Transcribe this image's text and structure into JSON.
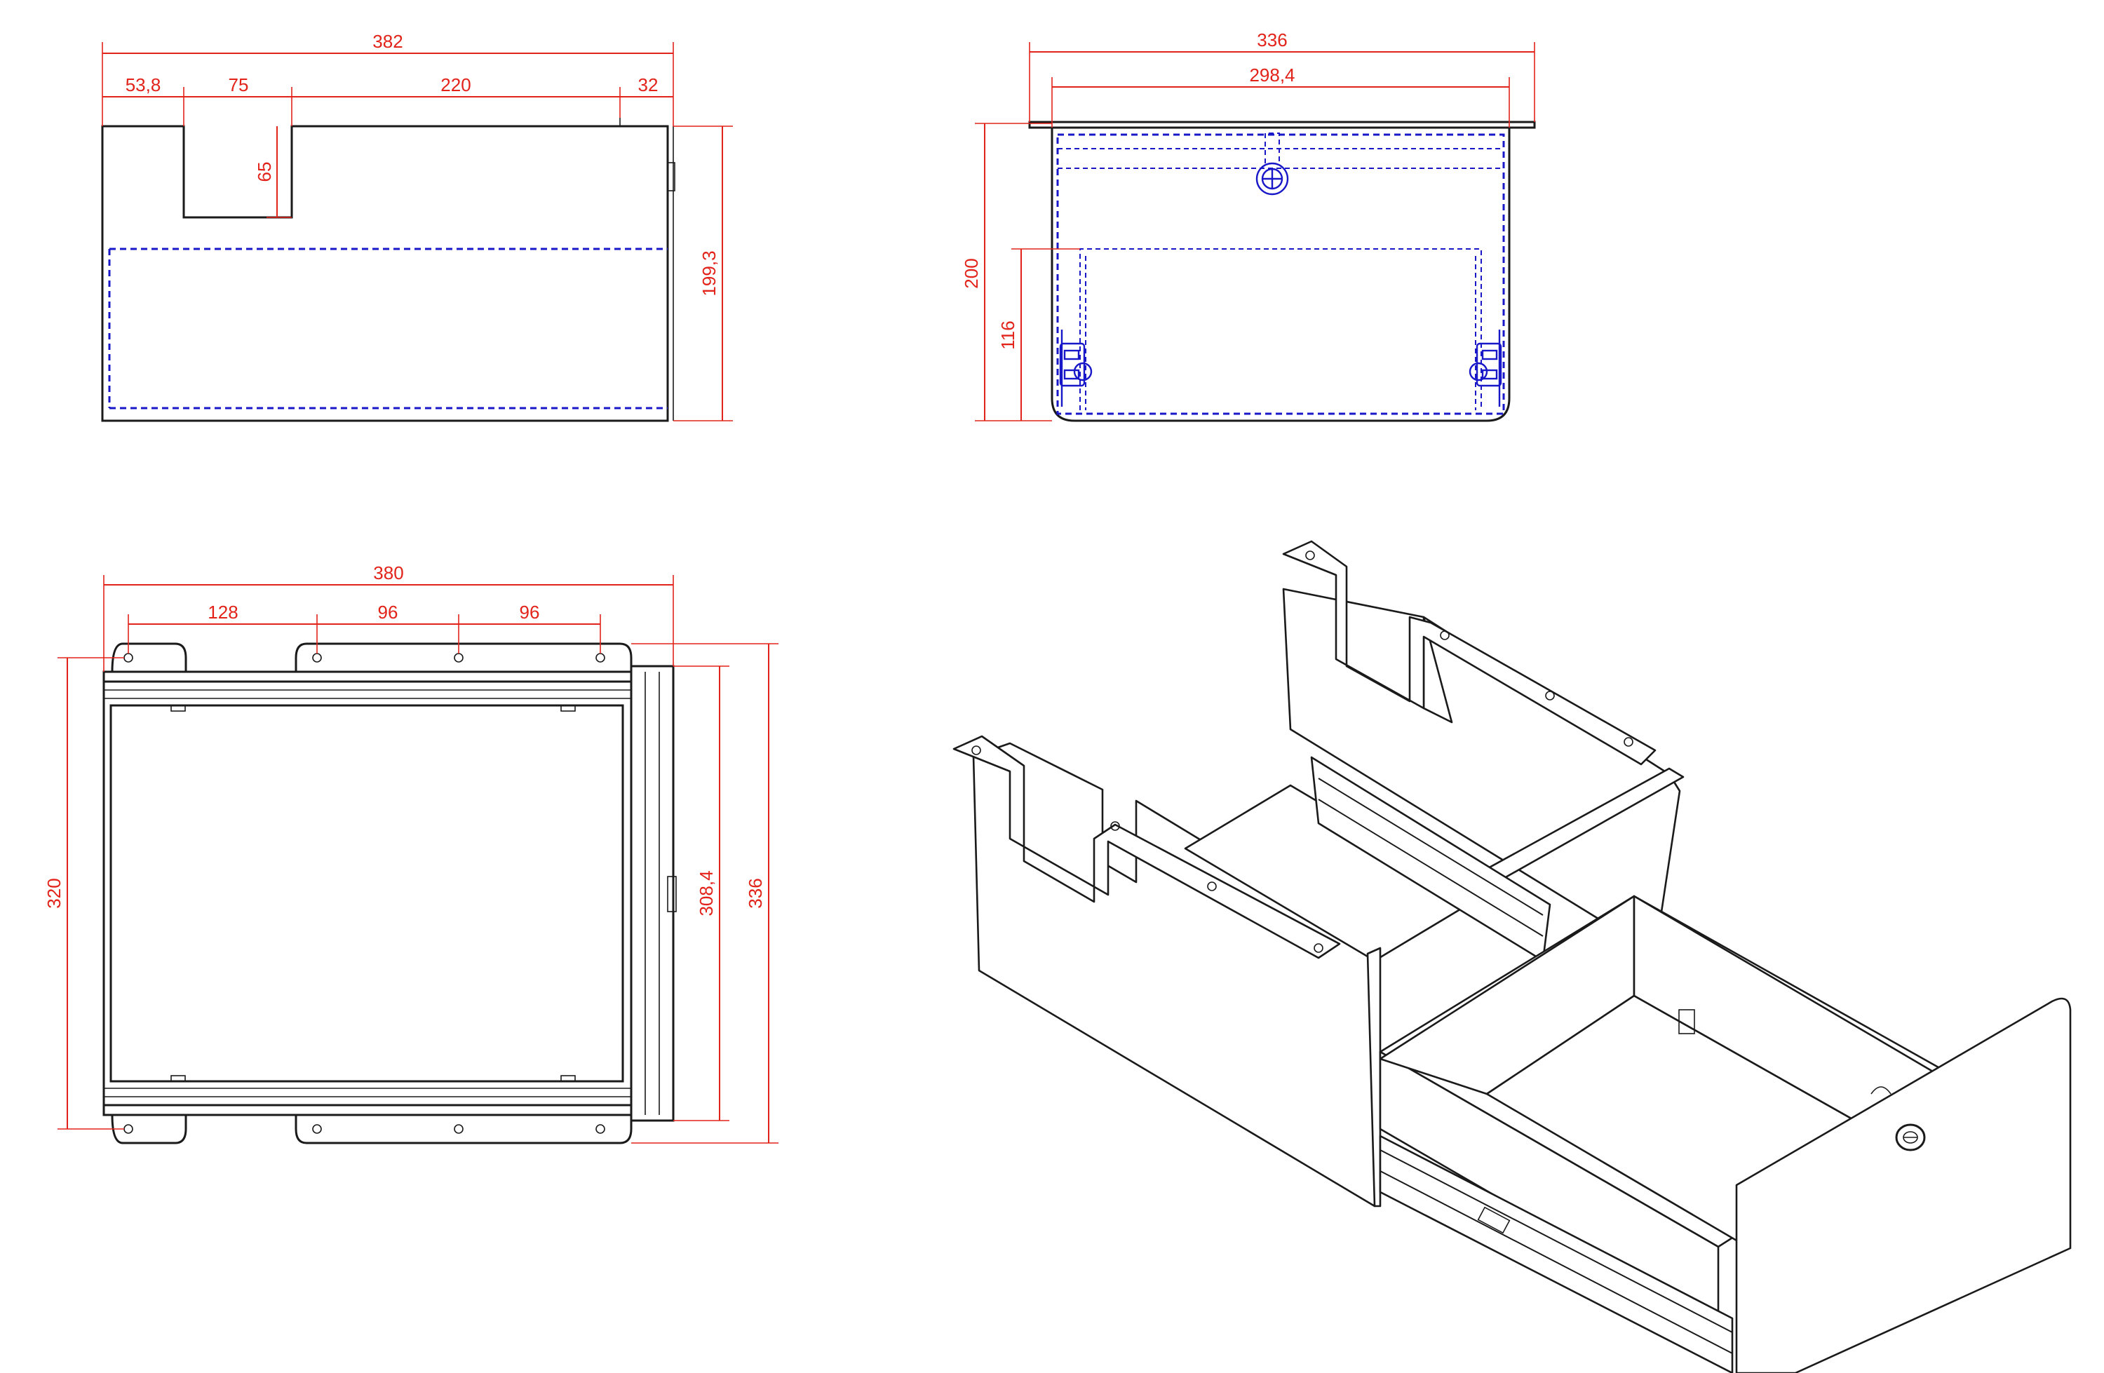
{
  "colors": {
    "dimension": "#e2231a",
    "outline": "#1a1a1a",
    "hidden": "#1818c8",
    "background": "#ffffff"
  },
  "front_view": {
    "overall_width": "382",
    "seg_left": "53,8",
    "seg_notch": "75",
    "seg_middle": "220",
    "seg_right": "32",
    "notch_depth": "65",
    "height": "199,3"
  },
  "side_view": {
    "overall_width": "336",
    "inner_width": "298,4",
    "height": "200",
    "slide_height": "116"
  },
  "top_view": {
    "overall_width": "380",
    "hole_spacing_1": "128",
    "hole_spacing_2": "96",
    "hole_spacing_3": "96",
    "hole_span": "320",
    "body_depth": "308,4",
    "overall_depth": "336"
  }
}
